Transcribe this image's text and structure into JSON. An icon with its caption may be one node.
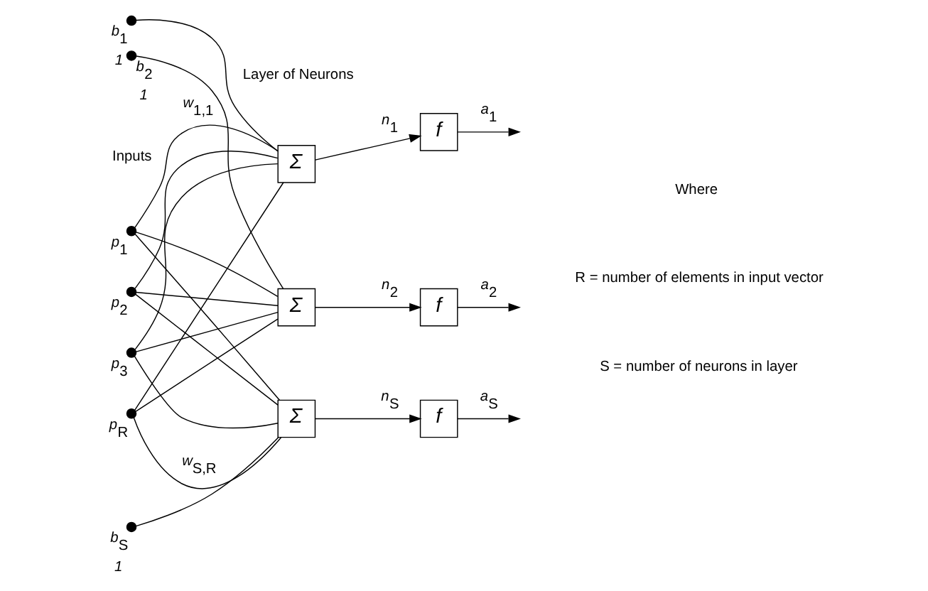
{
  "diagram": {
    "nodes": [
      {
        "text": [],
        "shape": "circle",
        "beside": [
          "p$_{1}$"
        ]
      },
      {
        "text": [],
        "shape": "circle",
        "beside": [
          "p$_{2}$"
        ]
      },
      {
        "text": [],
        "shape": "circle",
        "beside": [
          "p$_{3}$"
        ]
      },
      {
        "text": [],
        "shape": "circle",
        "beside": [
          "p$_{R}$"
        ]
      },
      {
        "text": [
          "Σ"
        ]
      },
      {
        "text": [],
        "shape": "circle",
        "beside": [
          "b$_{1}$",
          "1"
        ]
      },
      {
        "text": [
          "f"
        ]
      },
      {
        "text": [
          "Σ"
        ]
      },
      {
        "text": [],
        "shape": "circle",
        "beside": [
          "b$_{2}$",
          "1"
        ]
      },
      {
        "text": [
          "f"
        ]
      },
      {
        "text": [
          "Σ"
        ]
      },
      {
        "text": [],
        "shape": "circle",
        "beside": [
          "b$_{S}$",
          "1"
        ]
      },
      {
        "text": [
          "f"
        ]
      }
    ],
    "edges": [
      {
        "from": 0,
        "to": 4,
        "arrow": "none",
        "label": "w$_{1,1}$"
      },
      {
        "from": 0,
        "to": 7,
        "arrow": "none"
      },
      {
        "from": 0,
        "to": 10,
        "arrow": "none"
      },
      {
        "from": 1,
        "to": 4,
        "arrow": "none"
      },
      {
        "from": 1,
        "to": 7,
        "arrow": "none"
      },
      {
        "from": 1,
        "to": 10,
        "arrow": "none"
      },
      {
        "from": 2,
        "to": 4,
        "arrow": "none"
      },
      {
        "from": 2,
        "to": 7,
        "arrow": "none"
      },
      {
        "from": 2,
        "to": 10,
        "arrow": "none"
      },
      {
        "from": 3,
        "to": 4,
        "arrow": "none"
      },
      {
        "from": 3,
        "to": 7,
        "arrow": "none"
      },
      {
        "from": 3,
        "to": 10,
        "arrow": "none",
        "label": "w$_{S,R}$"
      },
      {
        "from": 5,
        "to": 4,
        "arrow": "none"
      },
      {
        "from": 8,
        "to": 7,
        "arrow": "none"
      },
      {
        "from": 11,
        "to": 10,
        "arrow": "none"
      },
      {
        "from": 4,
        "to": 6,
        "arrow": "to",
        "label": "n$_{1}$"
      },
      {
        "from": 7,
        "to": 9,
        "arrow": "to",
        "label": "n$_{2}$"
      },
      {
        "from": 10,
        "to": 12,
        "arrow": "to",
        "label": "n$_{S}$"
      },
      {
        "from": 6,
        "to": null,
        "arrow": "to",
        "label": "a$_{1}$"
      },
      {
        "from": 9,
        "to": null,
        "arrow": "to",
        "label": "a$_{2}$"
      },
      {
        "from": 12,
        "to": null,
        "arrow": "to",
        "label": "a$_{S}$"
      }
    ],
    "labels": [
      "Inputs",
      "Layer of Neurons",
      "Where",
      "R = number of elements in input vector",
      "S = number of neurons in layer"
    ]
  }
}
